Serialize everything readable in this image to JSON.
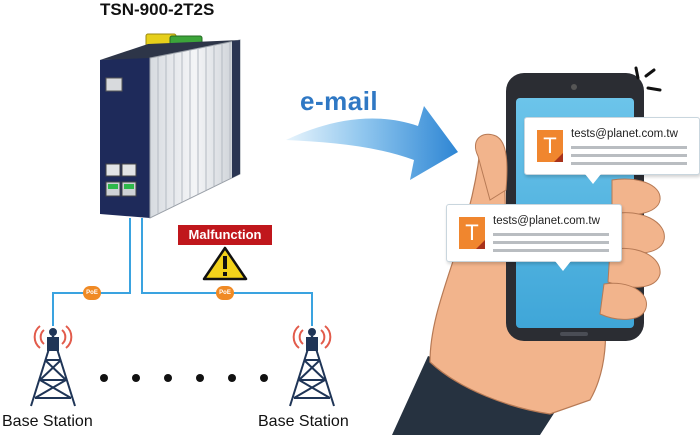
{
  "device": {
    "title": "TSN-900-2T2S"
  },
  "alert": {
    "label": "Malfunction"
  },
  "email": {
    "label": "e-mail"
  },
  "poe": {
    "label": "PoE"
  },
  "stations": {
    "left_label": "Base Station",
    "right_label": "Base Station"
  },
  "notifications": [
    {
      "icon_letter": "T",
      "address": "tests@planet.com.tw"
    },
    {
      "icon_letter": "T",
      "address": "tests@planet.com.tw"
    }
  ],
  "colors": {
    "link": "#3aa3e0",
    "poe": "#f08a24",
    "alert": "#c0171c",
    "email_text": "#2f78c4",
    "tile": "#f0862e"
  }
}
